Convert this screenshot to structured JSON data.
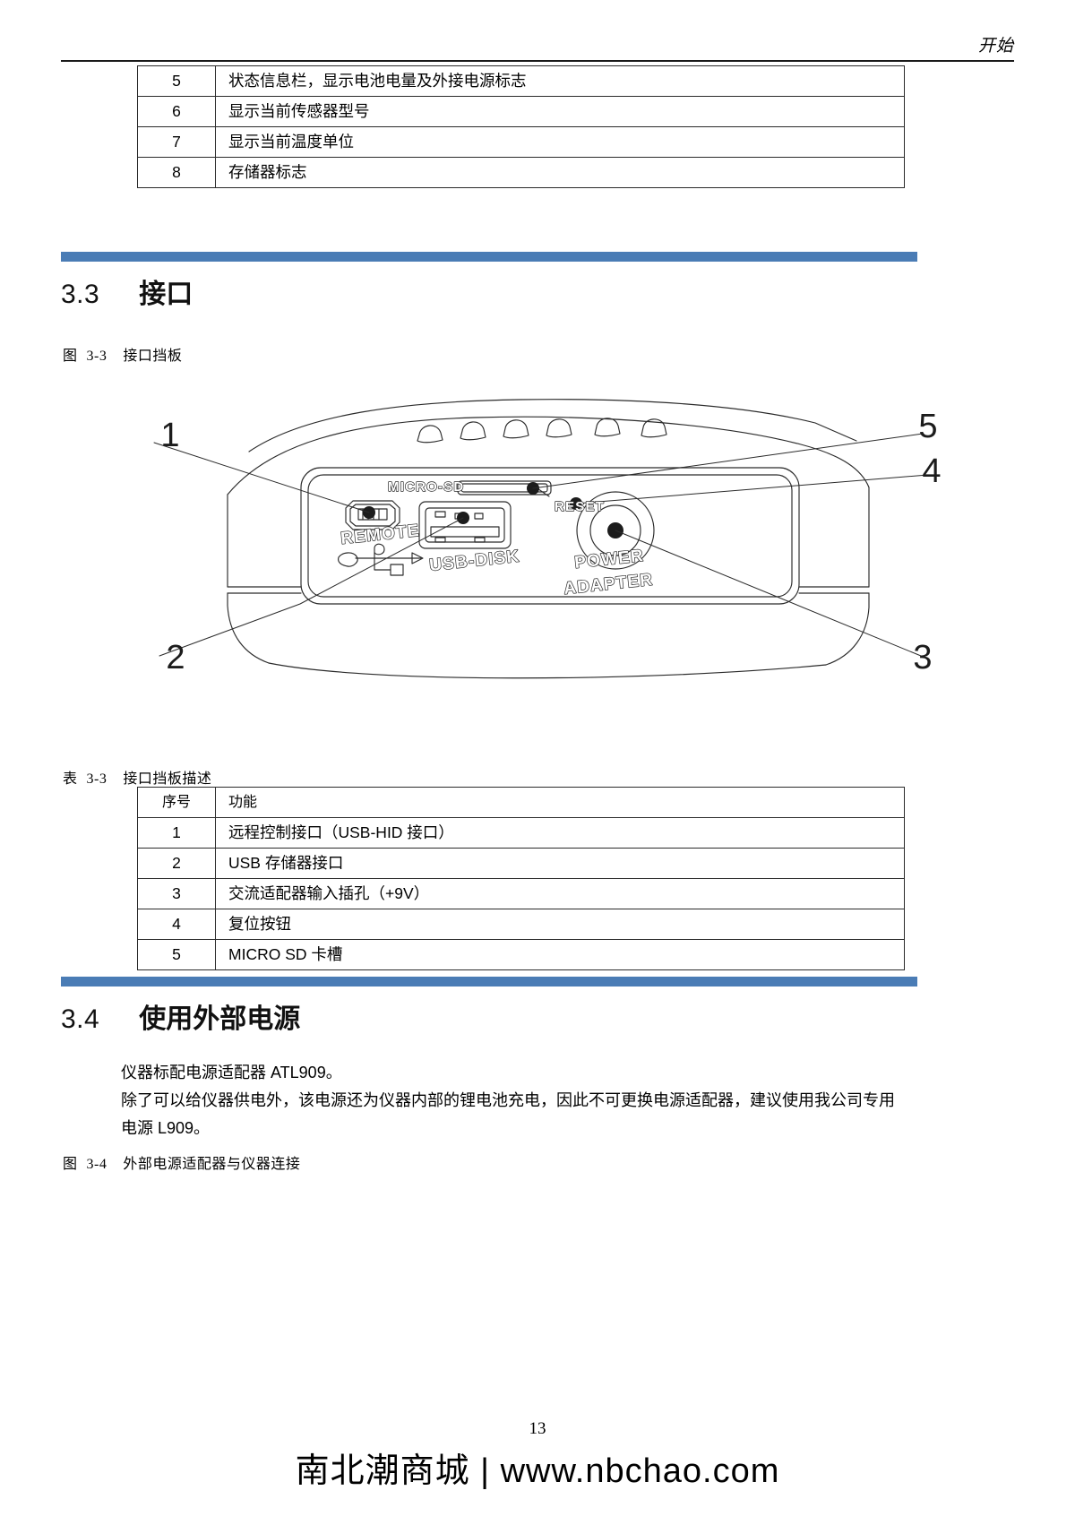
{
  "header": {
    "running_title": "开始",
    "rule_color": "#1a1a1a"
  },
  "accent_color": "#4a7cb5",
  "table_top": {
    "rows": [
      {
        "num": "5",
        "desc": "状态信息栏，显示电池电量及外接电源标志"
      },
      {
        "num": "6",
        "desc": "显示当前传感器型号"
      },
      {
        "num": "7",
        "desc": "显示当前温度单位"
      },
      {
        "num": "8",
        "desc": "存储器标志"
      }
    ]
  },
  "section_33": {
    "number": "3.3",
    "title": "接口",
    "figure_caption": {
      "label": "图",
      "number": "3-3",
      "text": "接口挡板"
    },
    "figure": {
      "port_labels": {
        "micro_sd": "MICRO-SD",
        "reset": "RESET",
        "remote": "REMOTE",
        "usb_disk": "USB-DISK",
        "power": "POWER",
        "adapter": "ADAPTER"
      },
      "callouts": [
        "1",
        "2",
        "3",
        "4",
        "5"
      ]
    },
    "table_caption": {
      "label": "表",
      "number": "3-3",
      "text": "接口挡板描述"
    },
    "table": {
      "headers": {
        "num": "序号",
        "func": "功能"
      },
      "rows": [
        {
          "num": "1",
          "desc": "远程控制接口（USB-HID 接口）"
        },
        {
          "num": "2",
          "desc": "USB 存储器接口"
        },
        {
          "num": "3",
          "desc": "交流适配器输入插孔（+9V）"
        },
        {
          "num": "4",
          "desc": "复位按钮"
        },
        {
          "num": "5",
          "desc": "MICRO SD 卡槽"
        }
      ]
    }
  },
  "section_34": {
    "number": "3.4",
    "title": "使用外部电源",
    "paragraph_1": "仪器标配电源适配器 ATL909。",
    "paragraph_2": "除了可以给仪器供电外，该电源还为仪器内部的锂电池充电，因此不可更换电源适配器，建议使用我公司专用电源 L909。",
    "figure_caption": {
      "label": "图",
      "number": "3-4",
      "text": "外部电源适配器与仪器连接"
    }
  },
  "footer": {
    "page_number": "13",
    "brand": "南北潮商城 | www.nbchao.com"
  }
}
